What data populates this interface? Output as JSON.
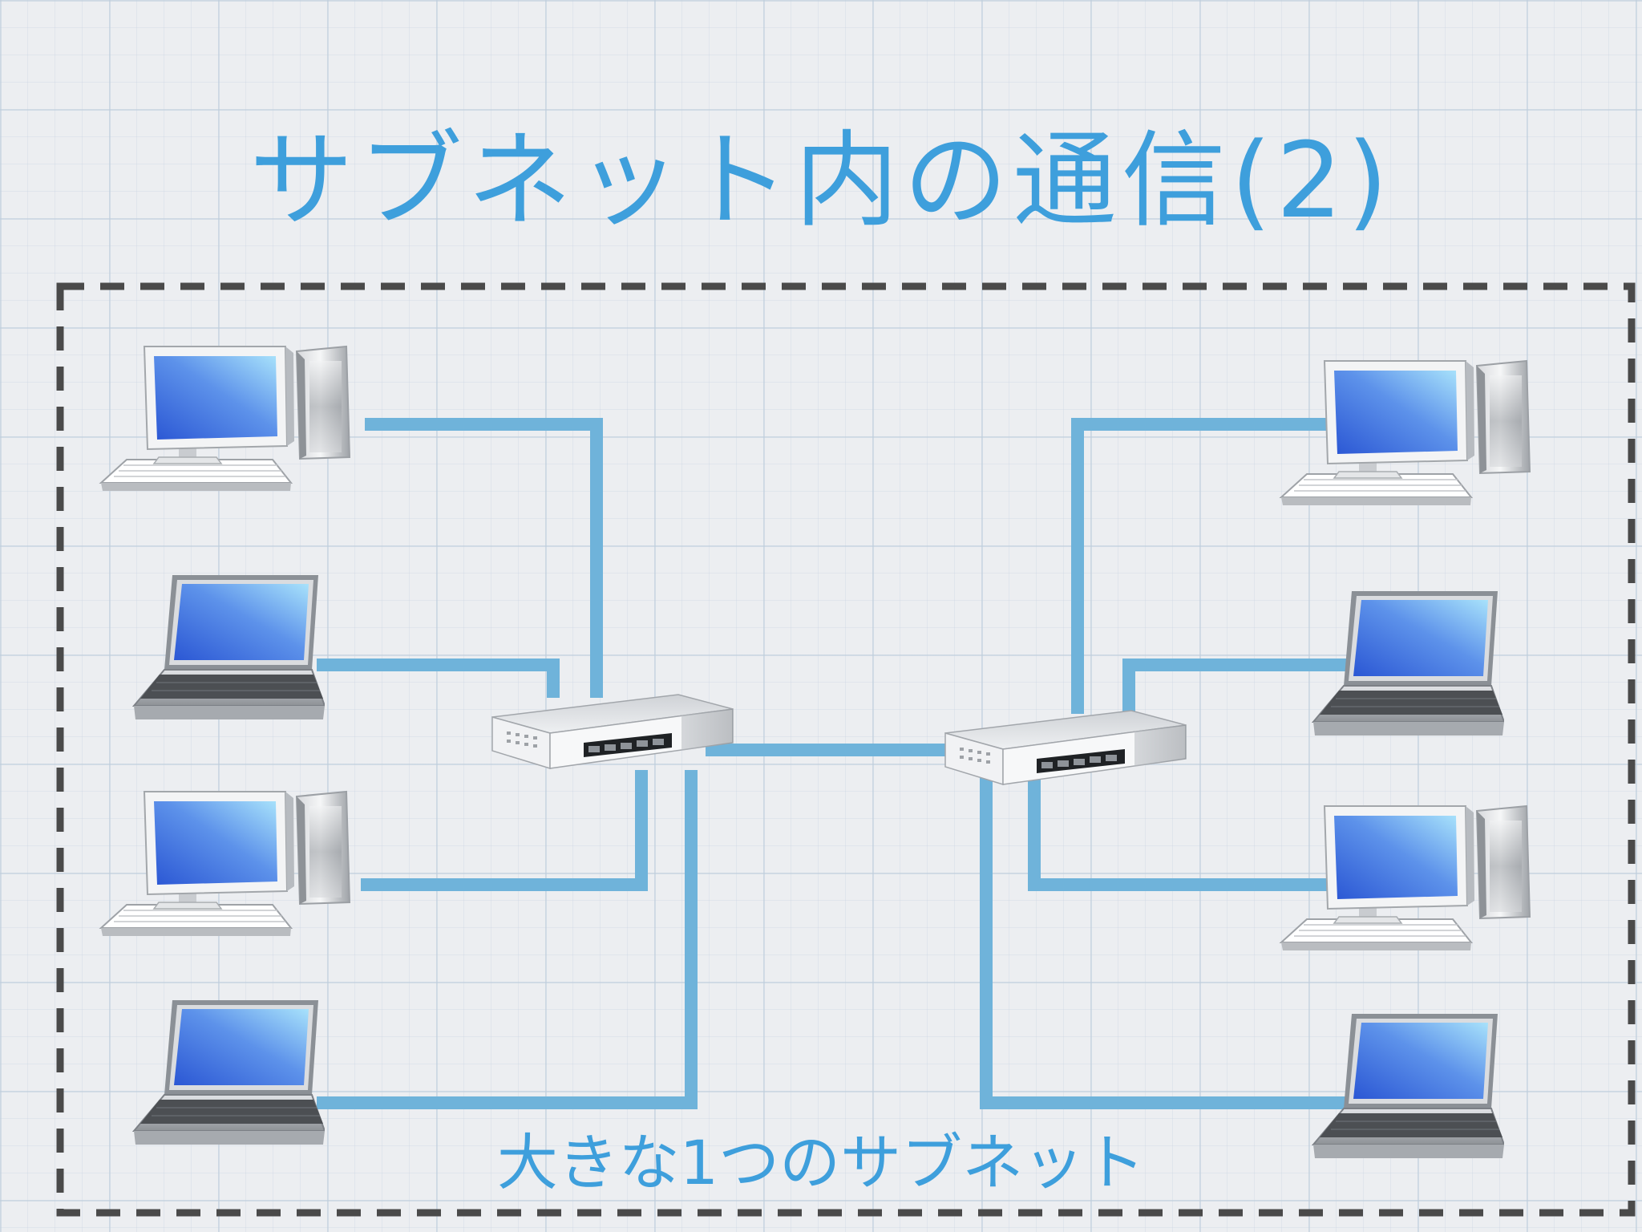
{
  "slide": {
    "title": "サブネット内の通信(2)",
    "subnet_label": "大きな1つのサブネット"
  },
  "colors": {
    "title": "#3e9fdc",
    "cable": "#6fb3da",
    "border": "#4a4a4a"
  },
  "devices": {
    "left": [
      "desktop-pc",
      "laptop",
      "desktop-pc",
      "laptop"
    ],
    "right": [
      "desktop-pc",
      "laptop",
      "desktop-pc",
      "laptop"
    ],
    "switches": [
      "switch-left",
      "switch-right"
    ]
  }
}
